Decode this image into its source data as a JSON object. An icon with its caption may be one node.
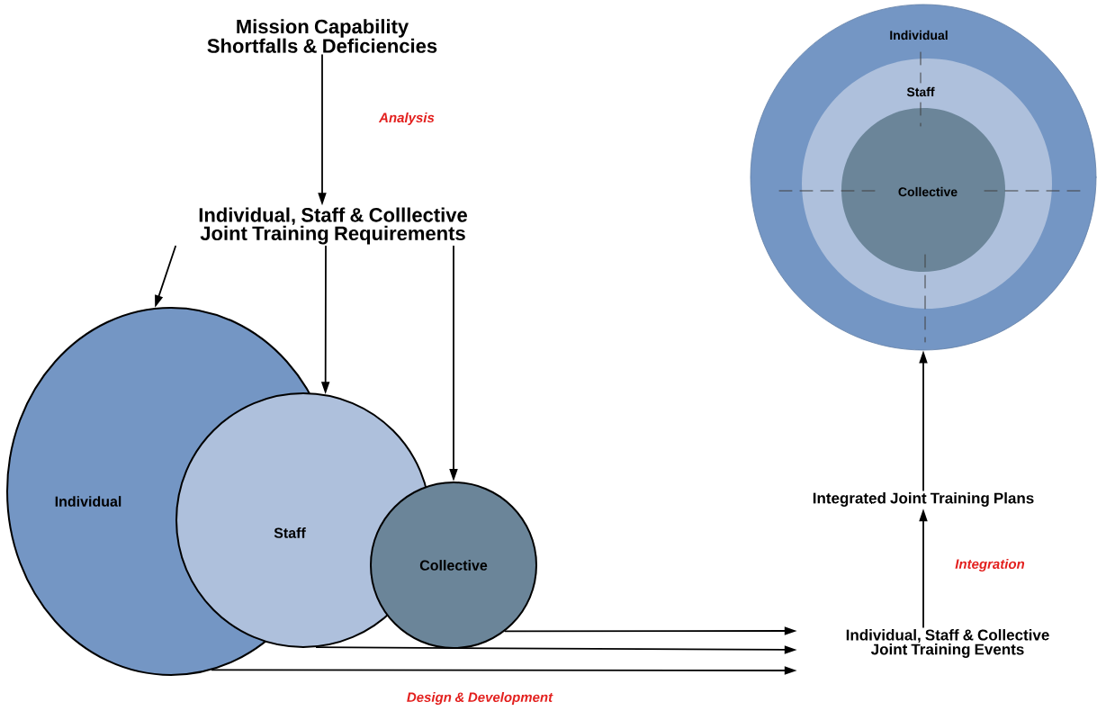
{
  "diagram": {
    "nodes": [
      {
        "text": [
          "Mission Capability Shortfalls & Deficiencies"
        ]
      },
      {
        "text": [
          "Individual, Staff & Colllective Joint Training Requirements"
        ]
      },
      {
        "text": [
          "Individual"
        ]
      },
      {
        "text": [
          "Staff"
        ]
      },
      {
        "text": [
          "Collective"
        ]
      },
      {
        "text": [
          "Individual, Staff & Collective Joint Training Events"
        ]
      },
      {
        "text": [
          "Integrated Joint Training Plans"
        ]
      },
      {
        "text": [
          "Individual"
        ]
      },
      {
        "text": [
          "Staff"
        ],
        "in": 7
      },
      {
        "text": [
          "Collective"
        ],
        "in": 8
      }
    ],
    "edges": [
      {
        "from": 0,
        "to": 1,
        "arrow": "to",
        "label": "Analysis"
      },
      {
        "from": 1,
        "to": 2,
        "arrow": "to"
      },
      {
        "from": 1,
        "to": 3,
        "arrow": "to"
      },
      {
        "from": 1,
        "to": 4,
        "arrow": "to"
      },
      {
        "from": 4,
        "to": 5,
        "arrow": "to"
      },
      {
        "from": 3,
        "to": 5,
        "arrow": "to"
      },
      {
        "from": 2,
        "to": 5,
        "arrow": "to",
        "label": "Design & Development"
      },
      {
        "from": 5,
        "to": 6,
        "arrow": "to",
        "label": "Integration"
      },
      {
        "from": 6,
        "to": 7,
        "arrow": "to"
      }
    ]
  }
}
